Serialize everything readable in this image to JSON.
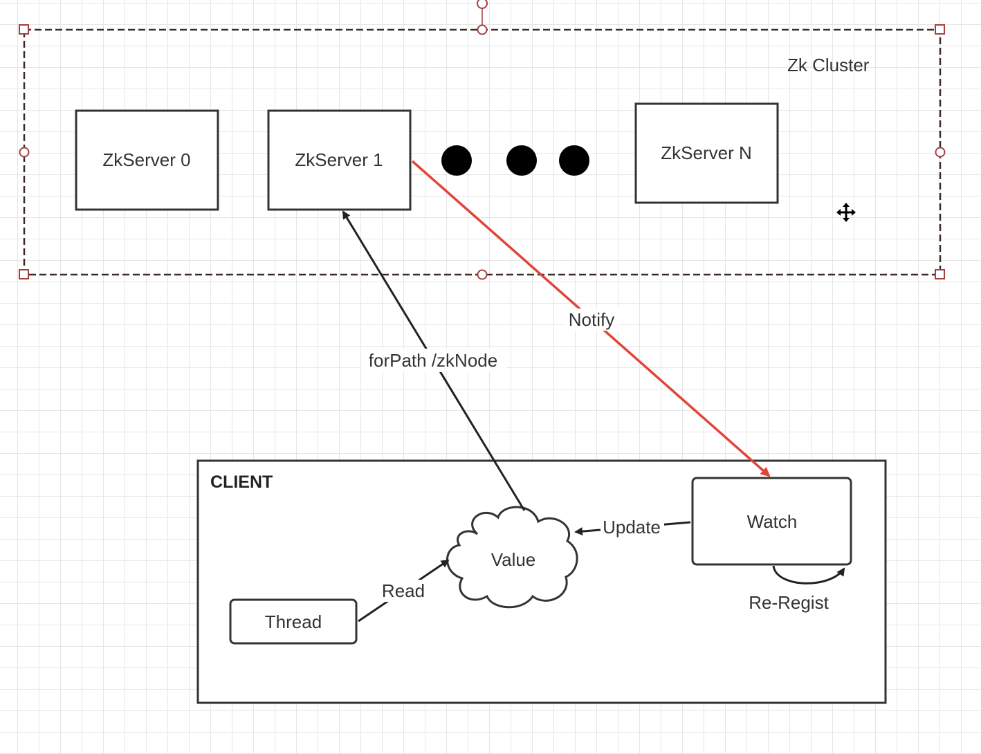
{
  "cluster": {
    "title": "Zk Cluster",
    "servers": [
      "ZkServer 0",
      "ZkServer 1",
      "ZkServer N"
    ]
  },
  "client": {
    "title": "CLIENT",
    "thread_label": "Thread",
    "value_label": "Value",
    "watch_label": "Watch"
  },
  "edges": {
    "read": "Read",
    "update": "Update",
    "reregister": "Re-Regist",
    "forpath": "forPath /zkNode",
    "notify": "Notify"
  },
  "colors": {
    "notify_arrow": "#e0453a",
    "selection_handle": "#a04040",
    "stroke": "#333333"
  },
  "icons": [
    "move-cursor-icon"
  ]
}
